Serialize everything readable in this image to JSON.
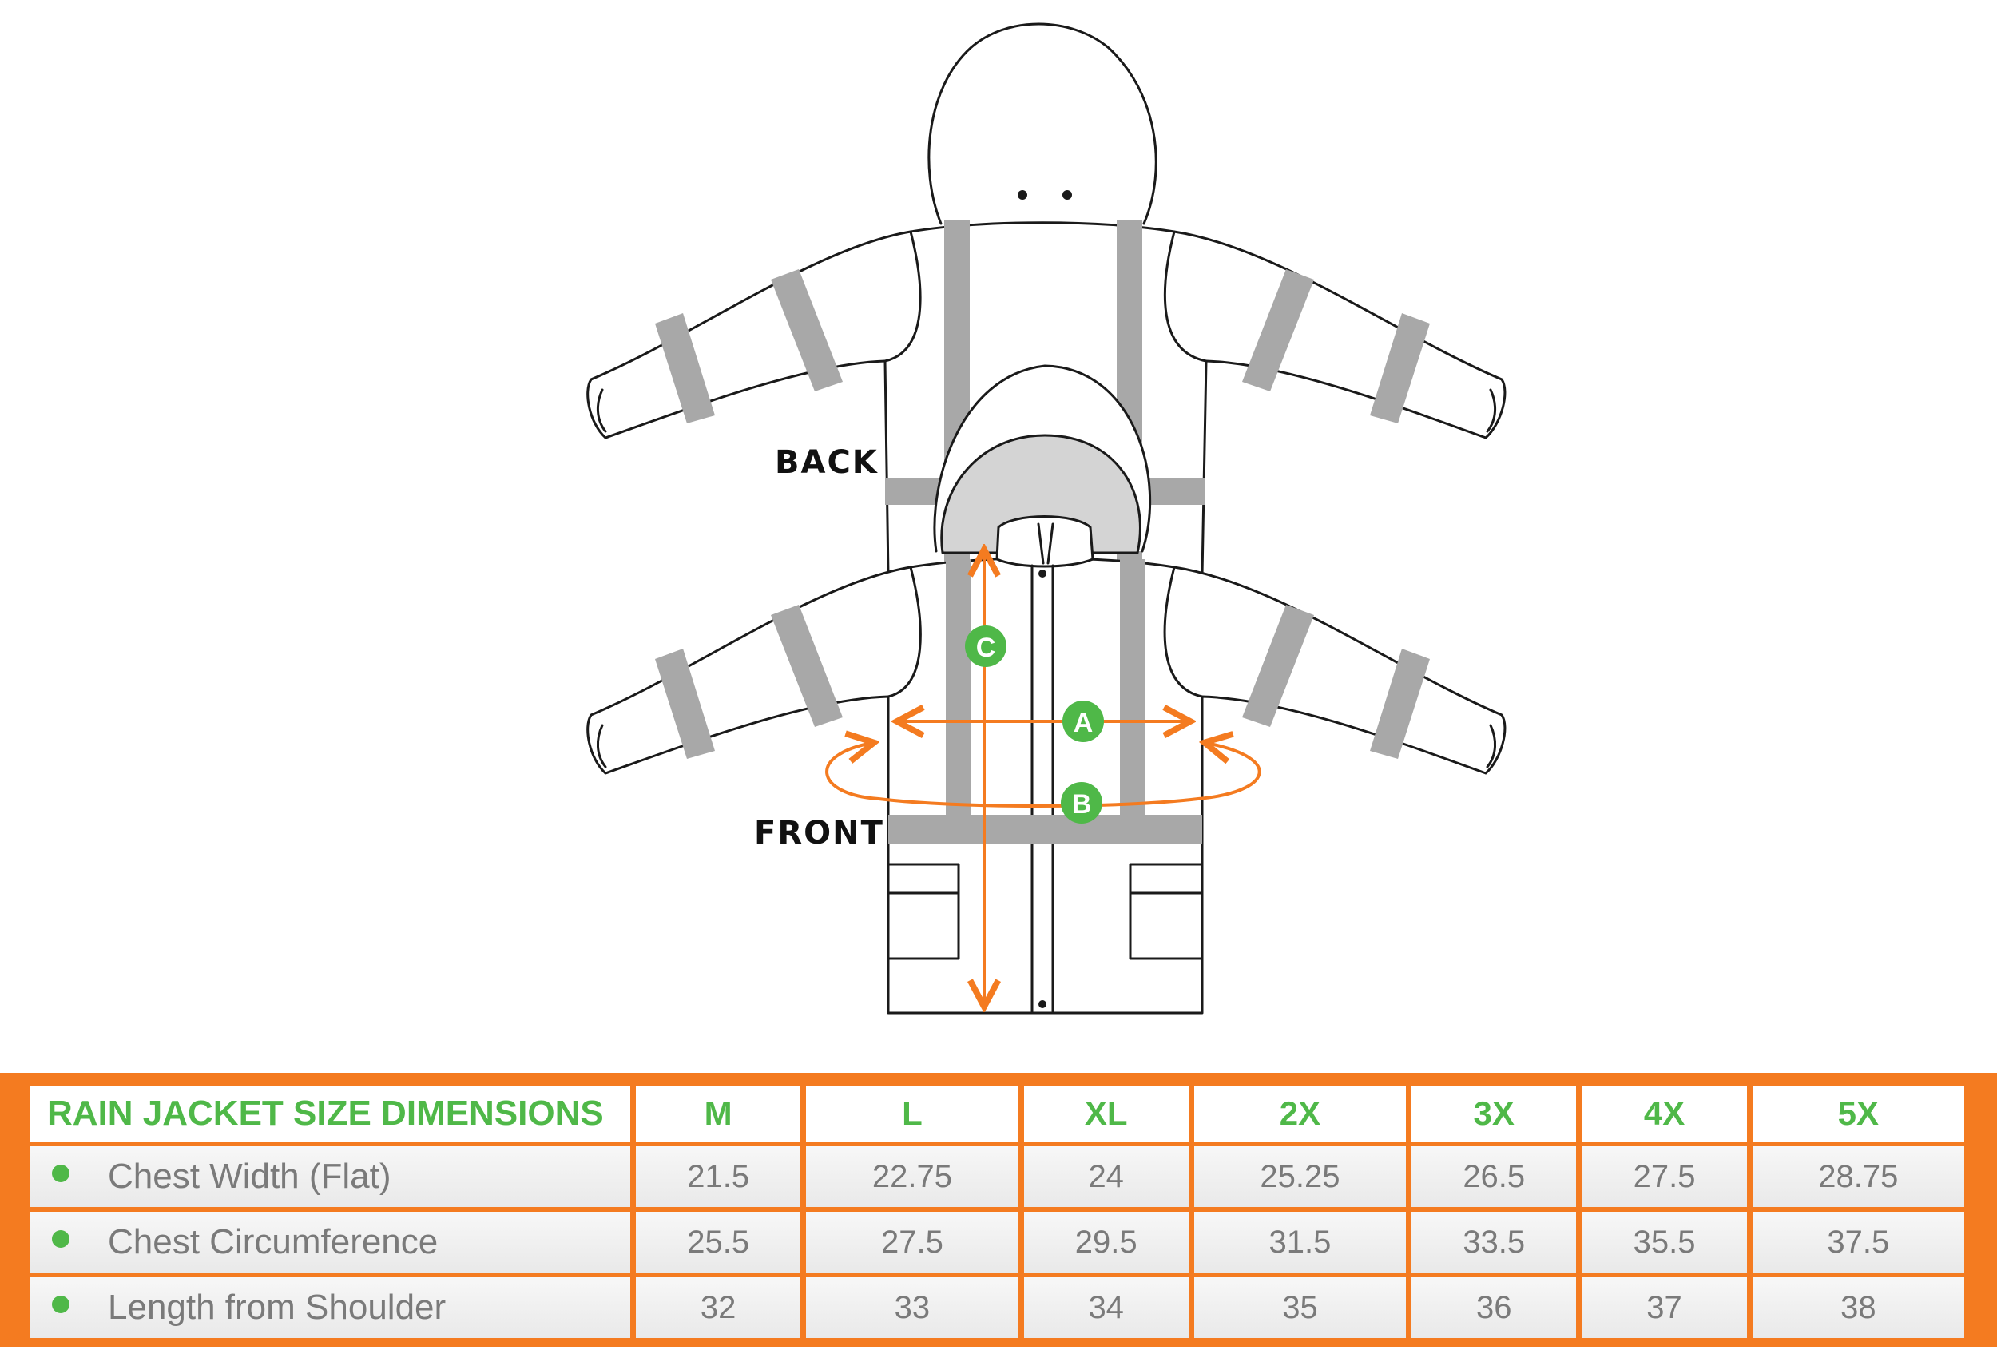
{
  "diagram": {
    "back_label": "BACK",
    "front_label": "FRONT",
    "markers": {
      "a": "A",
      "b": "B",
      "c": "C"
    },
    "colors": {
      "arrow": "#f47b20",
      "marker": "#4fb848",
      "reflective_tape": "#a8a8a8",
      "hood_lining": "#d4d4d4",
      "outline": "#1a1a1a"
    }
  },
  "table": {
    "title": "RAIN JACKET SIZE DIMENSIONS",
    "sizes": [
      "M",
      "L",
      "XL",
      "2X",
      "3X",
      "4X",
      "5X"
    ],
    "rows": [
      {
        "label": "Chest Width  (Flat)",
        "values": [
          "21.5",
          "22.75",
          "24",
          "25.25",
          "26.5",
          "27.5",
          "28.75"
        ]
      },
      {
        "label": "Chest Circumference",
        "values": [
          "25.5",
          "27.5",
          "29.5",
          "31.5",
          "33.5",
          "35.5",
          "37.5"
        ]
      },
      {
        "label": "Length from Shoulder",
        "values": [
          "32",
          "33",
          "34",
          "35",
          "36",
          "37",
          "38"
        ]
      }
    ],
    "colors": {
      "border": "#f47b20",
      "header_text": "#4fb848",
      "body_text": "#7a7a7a"
    }
  }
}
